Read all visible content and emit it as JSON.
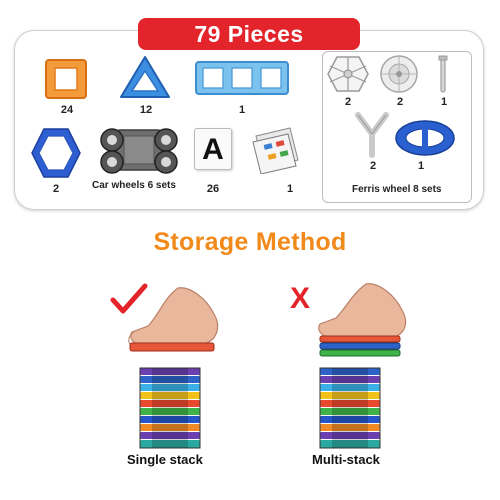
{
  "header": {
    "title": "79 Pieces",
    "accent_color": "#e3242b"
  },
  "pieces": [
    {
      "name": "square",
      "count": "24",
      "color": "#f08a24"
    },
    {
      "name": "triangle",
      "count": "12",
      "color": "#2f7fd6"
    },
    {
      "name": "triple-square",
      "count": "1",
      "color": "#6bb7ea"
    },
    {
      "name": "hexagon",
      "count": "2",
      "color": "#2456c9"
    },
    {
      "name": "car-wheels",
      "count": "",
      "caption": "Car wheels 6 sets"
    },
    {
      "name": "letter-card",
      "count": "26",
      "letter": "A"
    },
    {
      "name": "instruction-booklet",
      "count": "1"
    }
  ],
  "ferris_wheel": {
    "caption": "Ferris wheel 8 sets",
    "parts": [
      {
        "name": "hub-hexagon",
        "count": "2"
      },
      {
        "name": "gear-disc",
        "count": "2"
      },
      {
        "name": "axle-rod",
        "count": "1"
      },
      {
        "name": "y-support",
        "count": "2"
      },
      {
        "name": "blue-ring",
        "count": "1"
      }
    ]
  },
  "storage": {
    "heading": "Storage Method",
    "heading_color": "#f28a1b",
    "correct": {
      "label": "Single stack",
      "mark": "check-icon"
    },
    "wrong": {
      "label": "Multi-stack",
      "mark": "cross-icon",
      "symbol": "X"
    }
  }
}
